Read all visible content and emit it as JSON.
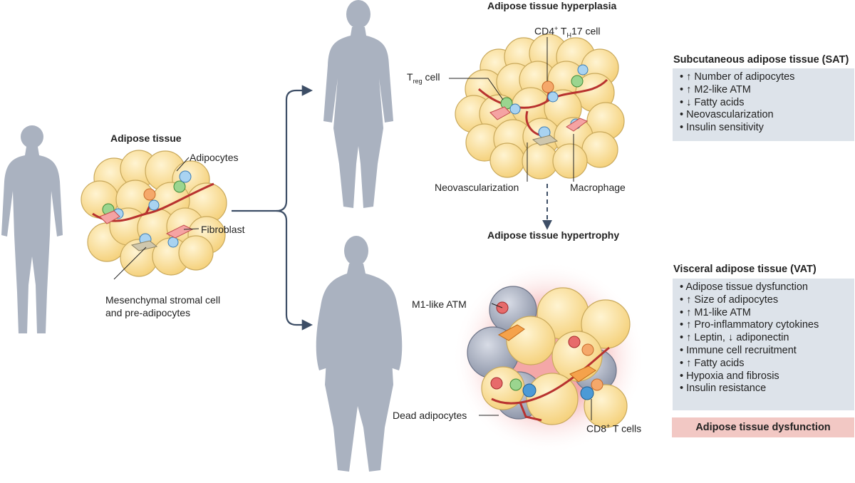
{
  "titles": {
    "adipose_tissue": "Adipose tissue",
    "hyperplasia": "Adipose tissue hyperplasia",
    "hypertrophy": "Adipose tissue hypertrophy"
  },
  "labels": {
    "adipocytes": "Adipocytes",
    "fibroblast": "Fibroblast",
    "msc_line1": "Mesenchymal stromal cell",
    "msc_line2": "and pre-adipocytes",
    "cd4_pre": "CD4",
    "cd4_sup": "+",
    "cd4_t": " T",
    "cd4_sub": "H",
    "cd4_post": "17 cell",
    "treg_t": "T",
    "treg_sub": "reg",
    "treg_post": " cell",
    "neovascularization": "Neovascularization",
    "macrophage": "Macrophage",
    "m1_atm": "M1-like ATM",
    "dead_adipocytes": "Dead adipocytes",
    "cd8_pre": "CD8",
    "cd8_sup": "+",
    "cd8_post": " T cells"
  },
  "sat": {
    "title": "Subcutaneous adipose tissue (SAT)",
    "items": [
      "↑ Number of adipocytes",
      "↑ M2-like ATM",
      "↓ Fatty acids",
      "Neovascularization",
      "Insulin sensitivity"
    ]
  },
  "vat": {
    "title": "Visceral adipose tissue (VAT)",
    "items": [
      "Adipose tissue dysfunction",
      "↑ Size of adipocytes",
      "↑ M1-like ATM",
      "↑ Pro-inflammatory cytokines",
      "↑ Leptin, ↓ adiponectin",
      "Immune cell recruitment",
      "↑ Fatty acids",
      "Hypoxia and fibrosis",
      "Insulin resistance"
    ],
    "result": "Adipose tissue dysfunction"
  },
  "colors": {
    "silhouette": "#aab2c0",
    "adipocyte": "#fbe3a6",
    "adipocyte_edge": "#c9a95c",
    "vessel": "#b8322f",
    "arrow": "#3d4e66",
    "box_bg": "#dde3ea",
    "dysfunction_bg": "#f2c8c4",
    "dead_cell": "#a6adbd"
  }
}
